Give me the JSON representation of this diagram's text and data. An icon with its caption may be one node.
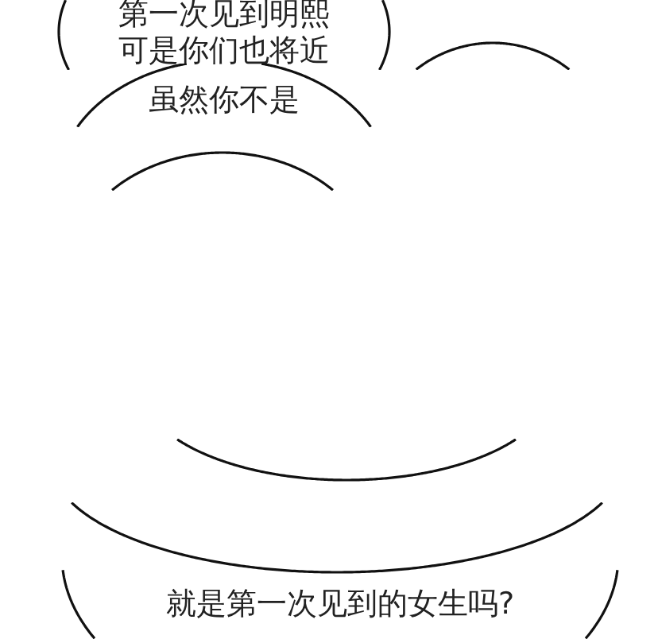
{
  "diagram": {
    "nodes": [
      {
        "text": [
          "第一次见到明熙可是你们也将近"
        ]
      },
      {
        "text": [],
        "shape": "circle"
      },
      {
        "text": [
          "虽然你不是"
        ]
      },
      {
        "text": [],
        "shape": "circle"
      },
      {
        "text": [],
        "shape": "circle"
      },
      {
        "text": [],
        "shape": "circle"
      },
      {
        "text": [
          "就是第一次见到的女生吗?"
        ]
      }
    ]
  }
}
